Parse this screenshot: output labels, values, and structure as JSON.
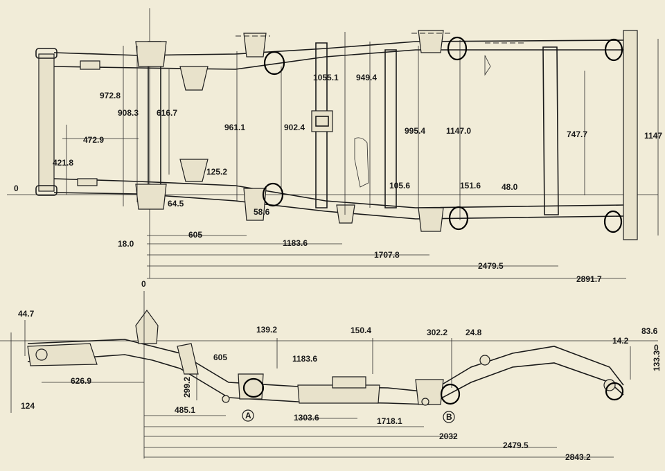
{
  "top_view": {
    "dims": {
      "d972_8": "972.8",
      "d908_3": "908.3",
      "d616_7": "616.7",
      "d472_9": "472.9",
      "d421_8": "421.8",
      "d125_2": "125.2",
      "d64_5": "64.5",
      "d18_0": "18.0",
      "d961_1": "961.1",
      "d902_4": "902.4",
      "d58_6": "58.6",
      "d605": "605",
      "d1055_1": "1055.1",
      "d949_4": "949.4",
      "d105_6": "105.6",
      "d1183_6": "1183.6",
      "d995_4": "995.4",
      "d1147_0": "1147.0",
      "d151_6": "151.6",
      "d1707_8": "1707.8",
      "d48_0": "48.0",
      "d747_7": "747.7",
      "d2479_5": "2479.5",
      "d2891_7": "2891.7",
      "d1147_edge": "1147",
      "zero_left": "0",
      "zero_mid": "0"
    }
  },
  "side_view": {
    "dims": {
      "d44_7": "44.7",
      "d626_9": "626.9",
      "d124": "124",
      "d299_2": "299.2",
      "d485_1": "485.1",
      "d605": "605",
      "d139_2": "139.2",
      "d1183_6": "1183.6",
      "d150_4": "150.4",
      "d1303_6": "1303.6",
      "d1718_1": "1718.1",
      "d302_2": "302.2",
      "d24_8": "24.8",
      "d2032": "2032",
      "d2479_5": "2479.5",
      "d2843_2": "2843.2",
      "d14_2": "14.2",
      "d83_6": "83.6",
      "d133_3": "133.3",
      "zero_right": "0"
    },
    "labels": {
      "point_a": "A",
      "point_b": "B"
    }
  }
}
